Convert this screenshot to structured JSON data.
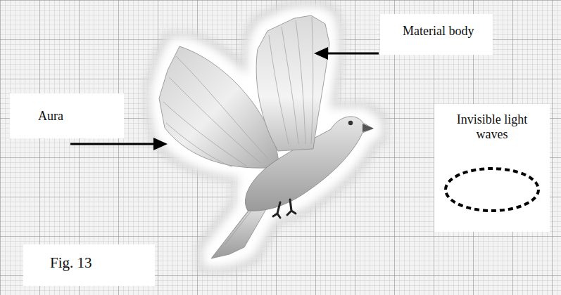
{
  "diagram": {
    "caption": "Fig. 13",
    "nodes": [
      {
        "text": [
          "Material body"
        ]
      },
      {
        "text": [
          "Aura"
        ]
      },
      {
        "text": [
          "Invisible light waves"
        ]
      }
    ]
  }
}
